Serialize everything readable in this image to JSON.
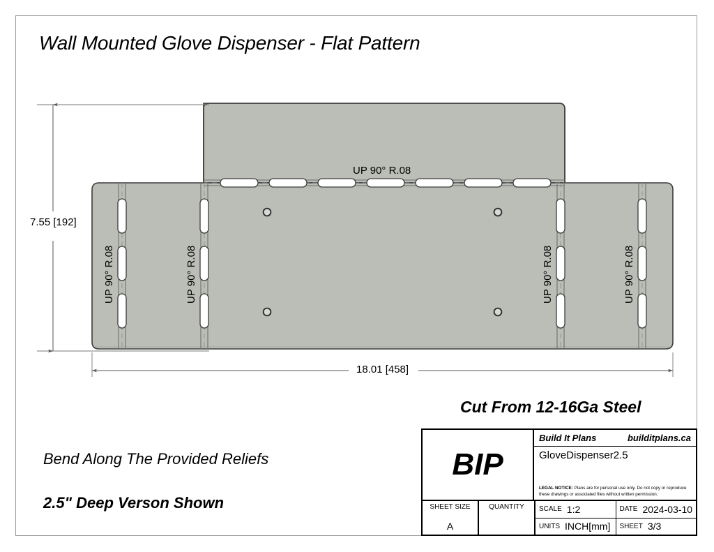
{
  "sheet": {
    "title": "Wall Mounted Glove Dispenser - Flat Pattern"
  },
  "notes": {
    "cut": "Cut From 12-16Ga Steel",
    "bend": "Bend Along The Provided Reliefs",
    "depth": "2.5\" Deep Verson Shown"
  },
  "dimensions": {
    "height": "7.55 [192]",
    "width": "18.01 [458]"
  },
  "bend_labels": {
    "top": "UP 90° R.08",
    "left_outer": "UP 90° R.08",
    "left_inner": "UP 90° R.08",
    "right_inner": "UP 90° R.08",
    "right_outer": "UP 90° R.08"
  },
  "title_block": {
    "logo": "BIP",
    "company": "Build It Plans",
    "website": "builditplans.ca",
    "part_name": "GloveDispenser2.5",
    "legal_label": "LEGAL NOTICE:",
    "legal_text": " Plans are for personal use only. Do not copy or reproduce these drawings or associated files without written permission.",
    "sheet_size_label": "SHEET SIZE",
    "sheet_size_value": "A",
    "quantity_label": "QUANTITY",
    "quantity_value": "",
    "scale_label": "SCALE",
    "scale_value": "1:2",
    "date_label": "DATE",
    "date_value": "2024-03-10",
    "units_label": "UNITS",
    "units_value": "INCH[mm]",
    "sheet_label": "SHEET",
    "sheet_value": "3/3"
  },
  "colors": {
    "part_fill": "#bbbdb7",
    "part_stroke": "#3c3c3c",
    "frame": "#9a9a9a",
    "dim_line": "#555555"
  },
  "geometry": {
    "part_note": "flat pattern of sheet-metal glove dispenser with 4 vertical bend relief lines and 1 horizontal bend relief line",
    "mounting_holes": 4,
    "top_slots": 7,
    "vertical_bend_lines": 4,
    "slots_per_vertical_line": 3
  }
}
